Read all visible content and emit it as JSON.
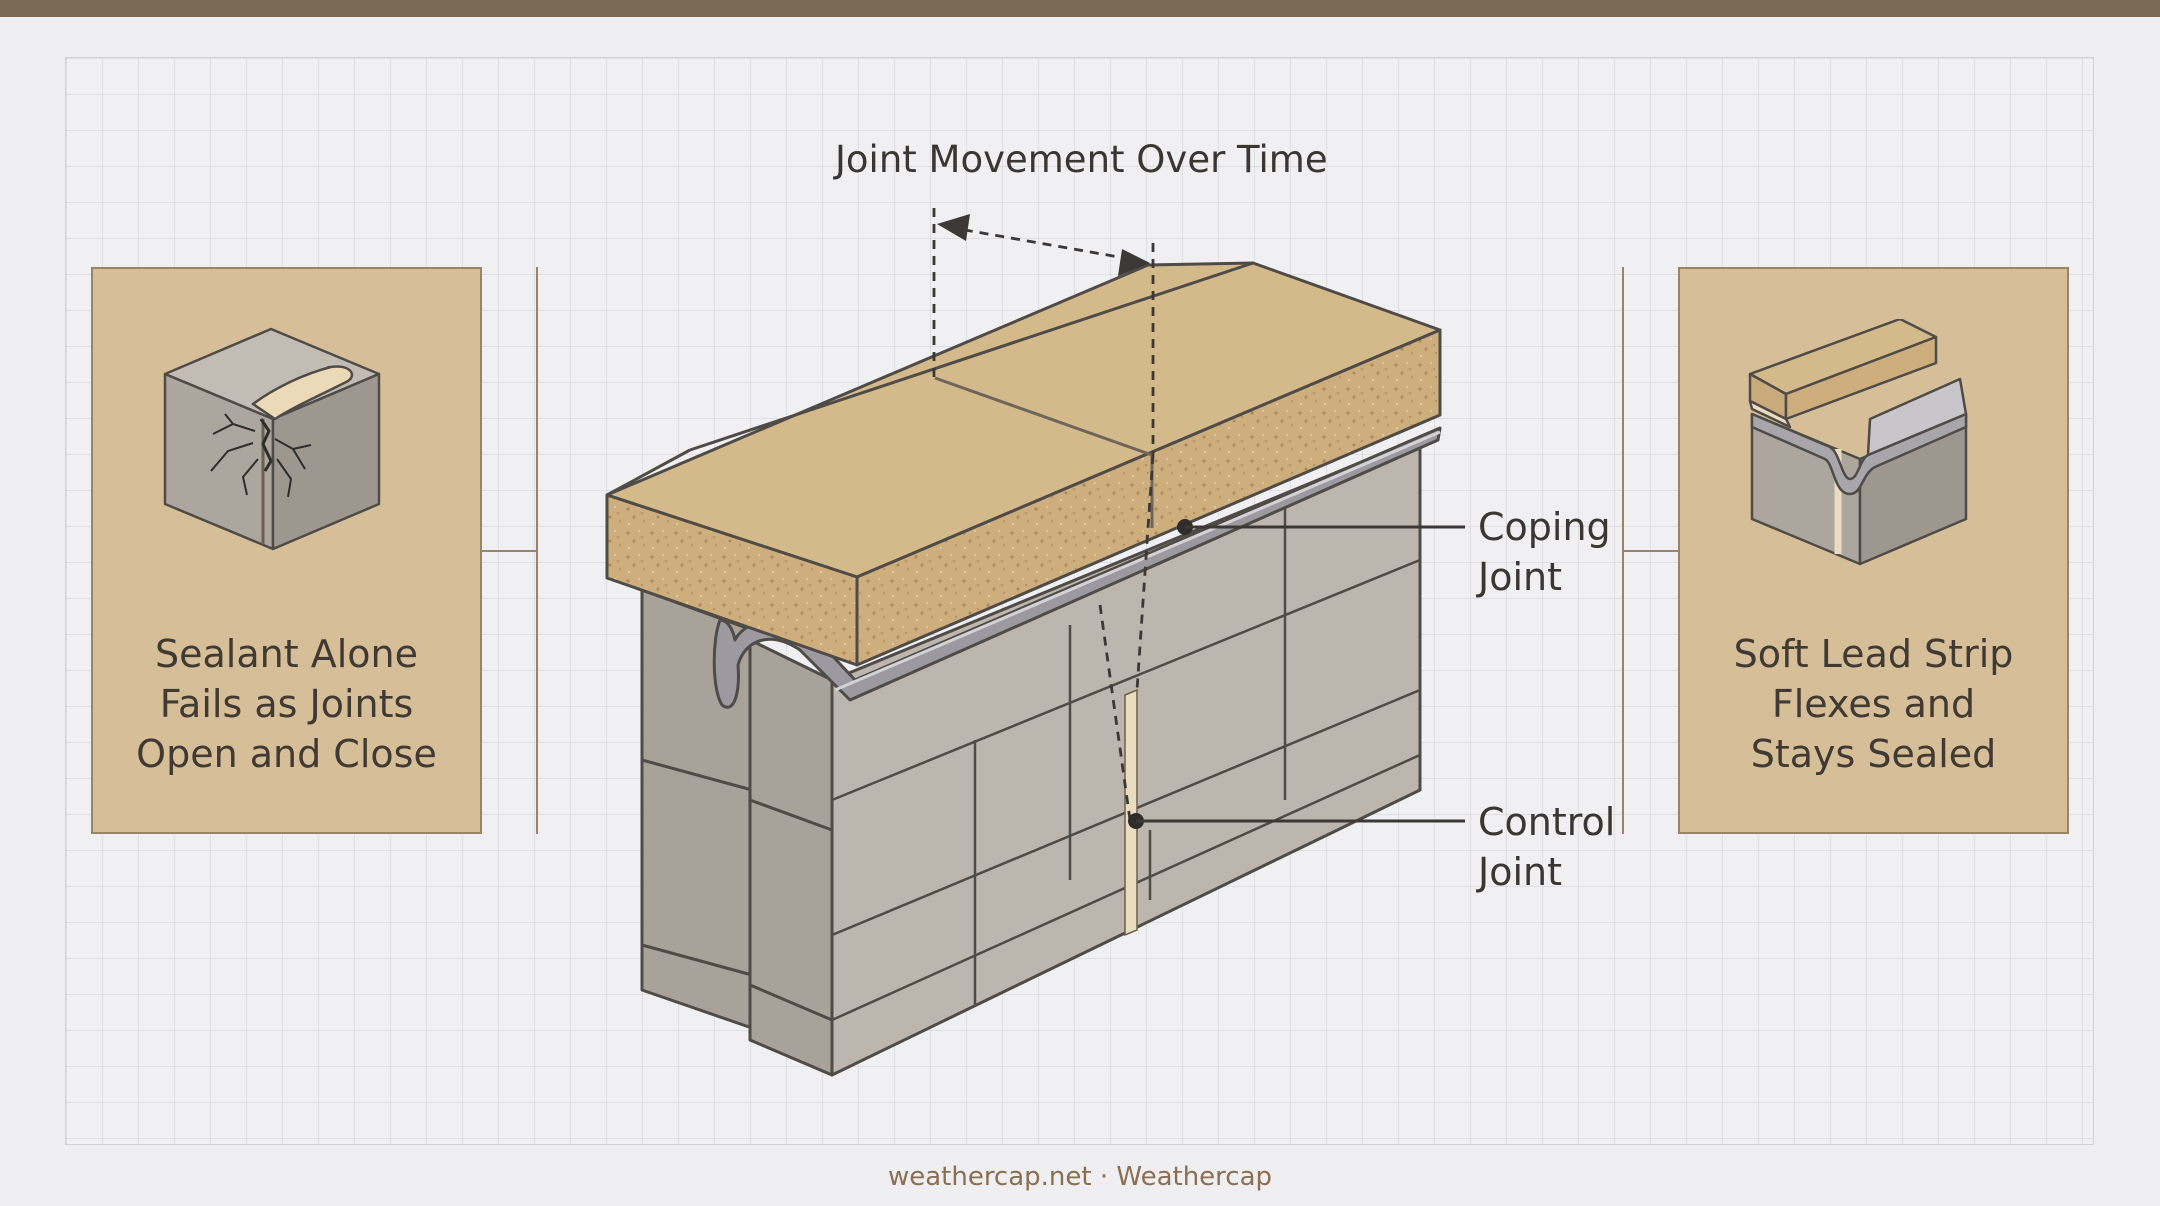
{
  "colors": {
    "top_bar": "#7b6b56",
    "panel_fill": "#d6bf98",
    "panel_border": "#9a8466",
    "coping_stone": "#d4b98b",
    "masonry": "#b3aca5",
    "lead_strip": "#9c9aa0",
    "footer_text": "#8a6f52"
  },
  "diagram": {
    "movement_label": "Joint Movement Over Time",
    "callouts": {
      "coping_joint": {
        "line1": "Coping",
        "line2": "Joint"
      },
      "control_joint": {
        "line1": "Control",
        "line2": "Joint"
      }
    }
  },
  "panels": {
    "left": {
      "icon": "cracked-sealant-joint-icon",
      "line1": "Sealant Alone",
      "line2": "Fails as Joints",
      "line3": "Open and Close"
    },
    "right": {
      "icon": "lead-strip-joint-icon",
      "line1": "Soft Lead Strip",
      "line2": "Flexes and",
      "line3": "Stays Sealed"
    }
  },
  "footer": {
    "text": "weathercap.net · Weathercap"
  }
}
